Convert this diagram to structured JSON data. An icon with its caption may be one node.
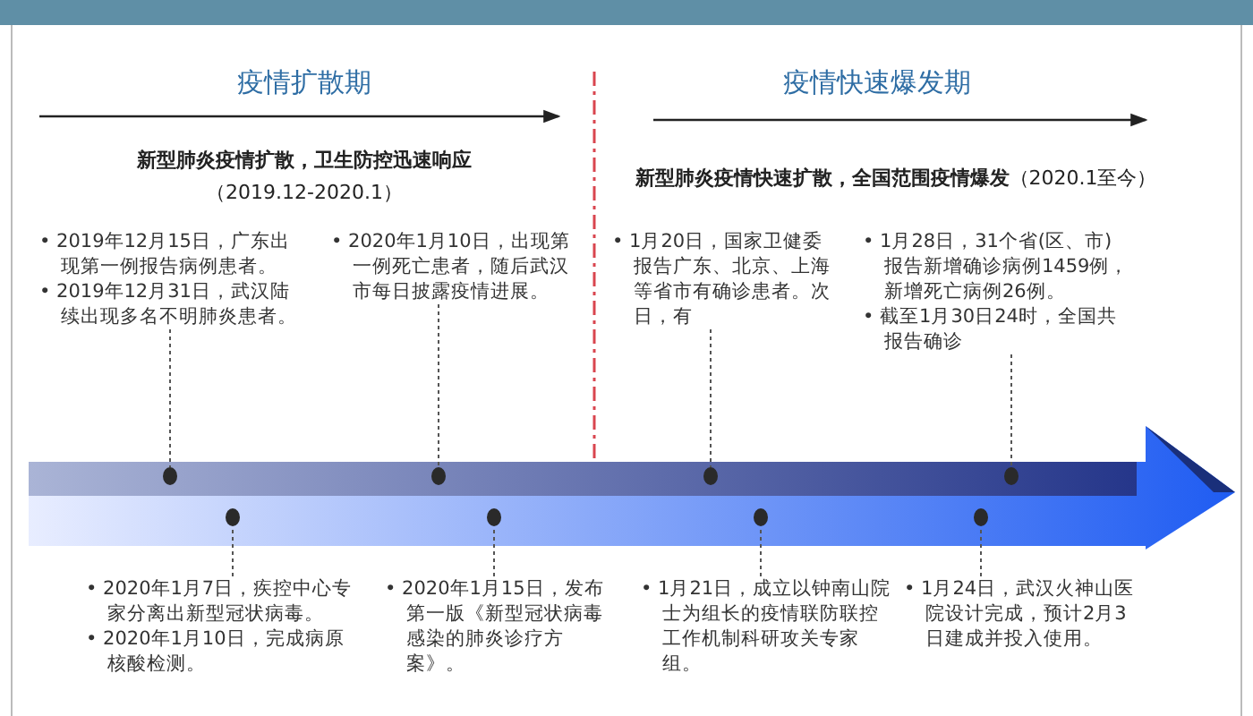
{
  "diagram": {
    "nodes": [
      {
        "text": [
          "• 2019年12月15日，广东出现第一例报告病例患者。",
          "• 2019年12月31日，武汉陆续出现多名不明肺炎患者。"
        ]
      },
      {
        "text": [
          "• 2020年1月10日，出现第一例死亡患者，随后武汉市每日披露疫情进展。"
        ]
      },
      {
        "text": [
          "• 1月20日，国家卫健委报告广东、北京、上海等省市有确诊患者。次日，有"
        ]
      },
      {
        "text": [
          "• 1月28日，31个省(区、市)报告新增确诊病例1459例，新增死亡病例26例。",
          "• 截至1月30日24时，全国共报告确诊"
        ]
      },
      {
        "text": [
          "• 2020年1月7日，疾控中心专家分离出新型冠状病毒。",
          "• 2020年1月10日，完成病原核酸检测。"
        ]
      },
      {
        "text": [
          "• 2020年1月15日，发布第一版《新型冠状病毒感染的肺炎诊疗方案》。"
        ]
      },
      {
        "text": [
          "• 1月21日，成立以钟南山院士为组长的疫情联防联控工作机制科研攻关专家组。"
        ]
      },
      {
        "text": [
          "• 1月24日，武汉火神山医院设计完成，预计2月3日建成并投入使用。"
        ]
      },
      {
        "text": [],
        "shape": "circle"
      },
      {
        "text": [],
        "shape": "circle"
      },
      {
        "text": [],
        "shape": "circle"
      },
      {
        "text": [],
        "shape": "circle"
      },
      {
        "text": [],
        "shape": "circle"
      },
      {
        "text": [],
        "shape": "circle"
      },
      {
        "text": [],
        "shape": "circle"
      },
      {
        "text": [],
        "shape": "circle"
      }
    ],
    "edges": [
      {
        "from": 0,
        "to": 8,
        "arrow": "none",
        "style": "dashed"
      },
      {
        "from": 1,
        "to": 9,
        "arrow": "none",
        "style": "dashed"
      },
      {
        "from": 2,
        "to": 10,
        "arrow": "none",
        "style": "dashed"
      },
      {
        "from": 3,
        "to": 11,
        "arrow": "none",
        "style": "dashed"
      },
      {
        "from": 4,
        "to": 12,
        "arrow": "none",
        "style": "dashed"
      },
      {
        "from": 5,
        "to": 13,
        "arrow": "none",
        "style": "dashed"
      },
      {
        "from": 6,
        "to": 14,
        "arrow": "none",
        "style": "dashed"
      },
      {
        "from": 7,
        "to": 15,
        "arrow": "none",
        "style": "dashed"
      }
    ],
    "labels": [
      "疫情扩散期",
      "新型肺炎疫情扩散，卫生防控迅速响应",
      "（2019.12-2020.1）",
      "疫情快速爆发期",
      "**新型肺炎疫情快速扩散，全国范围疫情爆发**（2020.1至今）"
    ]
  }
}
